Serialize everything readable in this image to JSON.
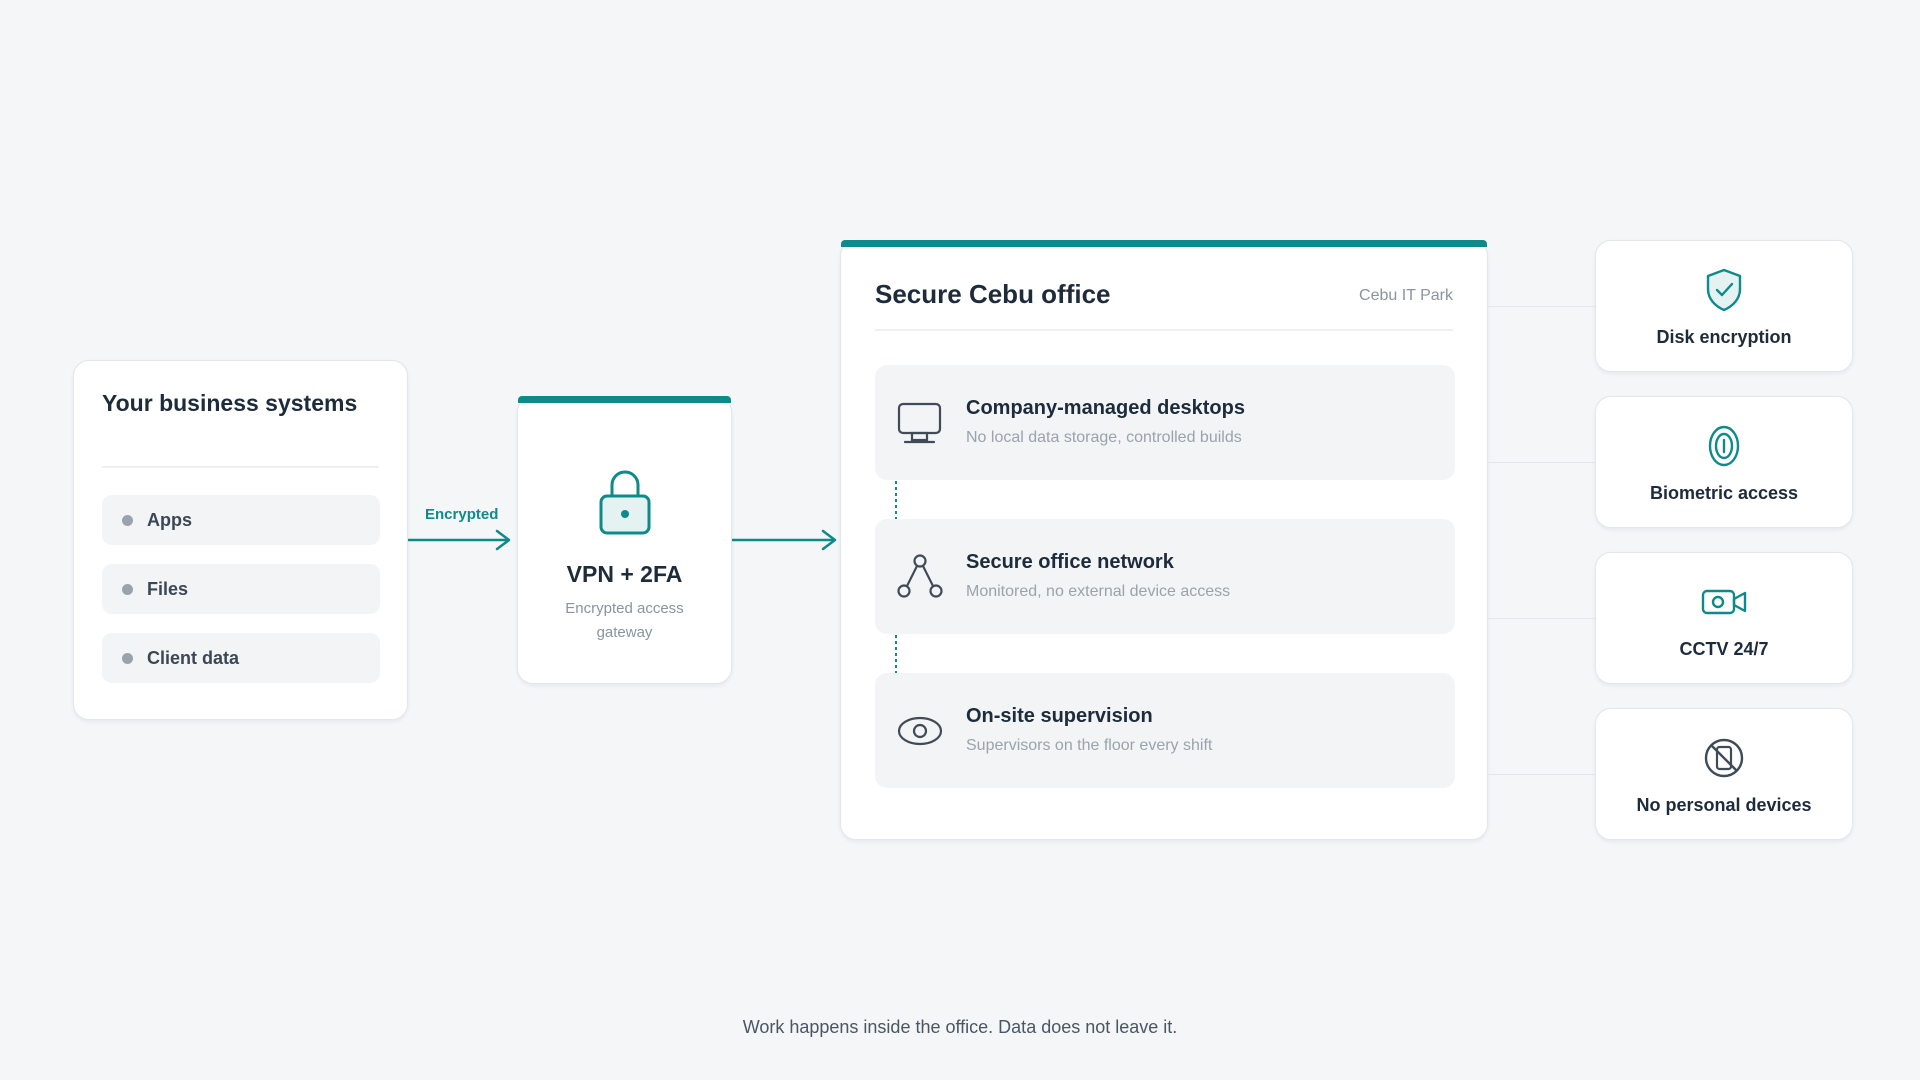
{
  "business": {
    "title": "Your business systems",
    "items": [
      {
        "label": "Apps"
      },
      {
        "label": "Files"
      },
      {
        "label": "Client data"
      }
    ]
  },
  "link": {
    "label": "Encrypted"
  },
  "vpn": {
    "title": "VPN + 2FA",
    "description": "Encrypted access gateway",
    "icon": "lock-icon"
  },
  "office": {
    "title": "Secure Cebu office",
    "location": "Cebu IT Park",
    "features": [
      {
        "title": "Company-managed desktops",
        "description": "No local data storage, controlled builds",
        "icon": "desktop-icon"
      },
      {
        "title": "Secure office network",
        "description": "Monitored, no external device access",
        "icon": "network-icon"
      },
      {
        "title": "On-site supervision",
        "description": "Supervisors on the floor every shift",
        "icon": "eye-icon"
      }
    ]
  },
  "controls": [
    {
      "label": "Disk encryption",
      "icon": "shield-check-icon"
    },
    {
      "label": "Biometric access",
      "icon": "fingerprint-icon"
    },
    {
      "label": "CCTV 24/7",
      "icon": "video-camera-icon"
    },
    {
      "label": "No personal devices",
      "icon": "no-phone-icon"
    }
  ],
  "footer": "Work happens inside the office. Data does not leave it.",
  "colors": {
    "accent": "#0f8a8a",
    "text": "#1d2b3a",
    "muted": "#8a949e",
    "background": "#f4f6f8"
  }
}
